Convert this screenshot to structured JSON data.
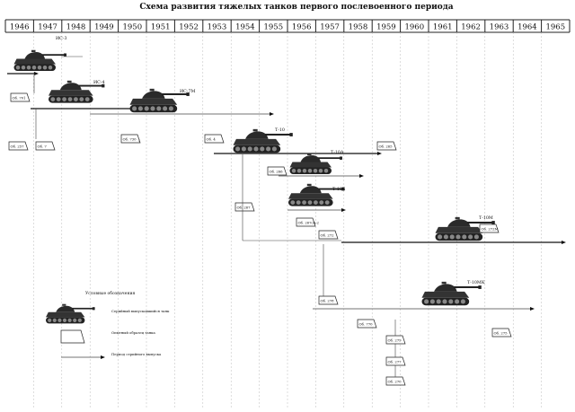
{
  "title": "Схема развития тяжелых танков первого послевоенного периода",
  "years": [
    "1946",
    "1947",
    "1948",
    "1949",
    "1950",
    "1951",
    "1952",
    "1953",
    "1954",
    "1955",
    "1956",
    "1957",
    "1958",
    "1959",
    "1960",
    "1961",
    "1962",
    "1963",
    "1964",
    "1965"
  ],
  "tanks": [
    {
      "label": "ИС-3"
    },
    {
      "label": "ИС-4"
    },
    {
      "label": "ИС-7М"
    },
    {
      "label": "Т-10"
    },
    {
      "label": "Т-10А"
    },
    {
      "label": "Т-10Б"
    },
    {
      "label": "Т-10М"
    },
    {
      "label": "Т-10МК"
    }
  ],
  "boxes": [
    {
      "label": "Об. 701"
    },
    {
      "label": "Об. 257"
    },
    {
      "label": "Об. 7"
    },
    {
      "label": "Об. 730"
    },
    {
      "label": "Об. 4"
    },
    {
      "label": "Об. 265"
    },
    {
      "label": "Об. 266"
    },
    {
      "label": "Об. 267"
    },
    {
      "label": "Об. 267сп-2"
    },
    {
      "label": "Об. 272"
    },
    {
      "label": "Об. 272М"
    },
    {
      "label": "Об. 278"
    },
    {
      "label": "Об. 770"
    },
    {
      "label": "Об. 279"
    },
    {
      "label": "Об. 277"
    },
    {
      "label": "Об. 270"
    },
    {
      "label": "Об. 275"
    }
  ],
  "legend": {
    "title": "Условные обозначения",
    "serial": "Серийный выпускавшийся танк",
    "prototype": "Опытный образец танка",
    "period": "Период серийного выпуска"
  }
}
